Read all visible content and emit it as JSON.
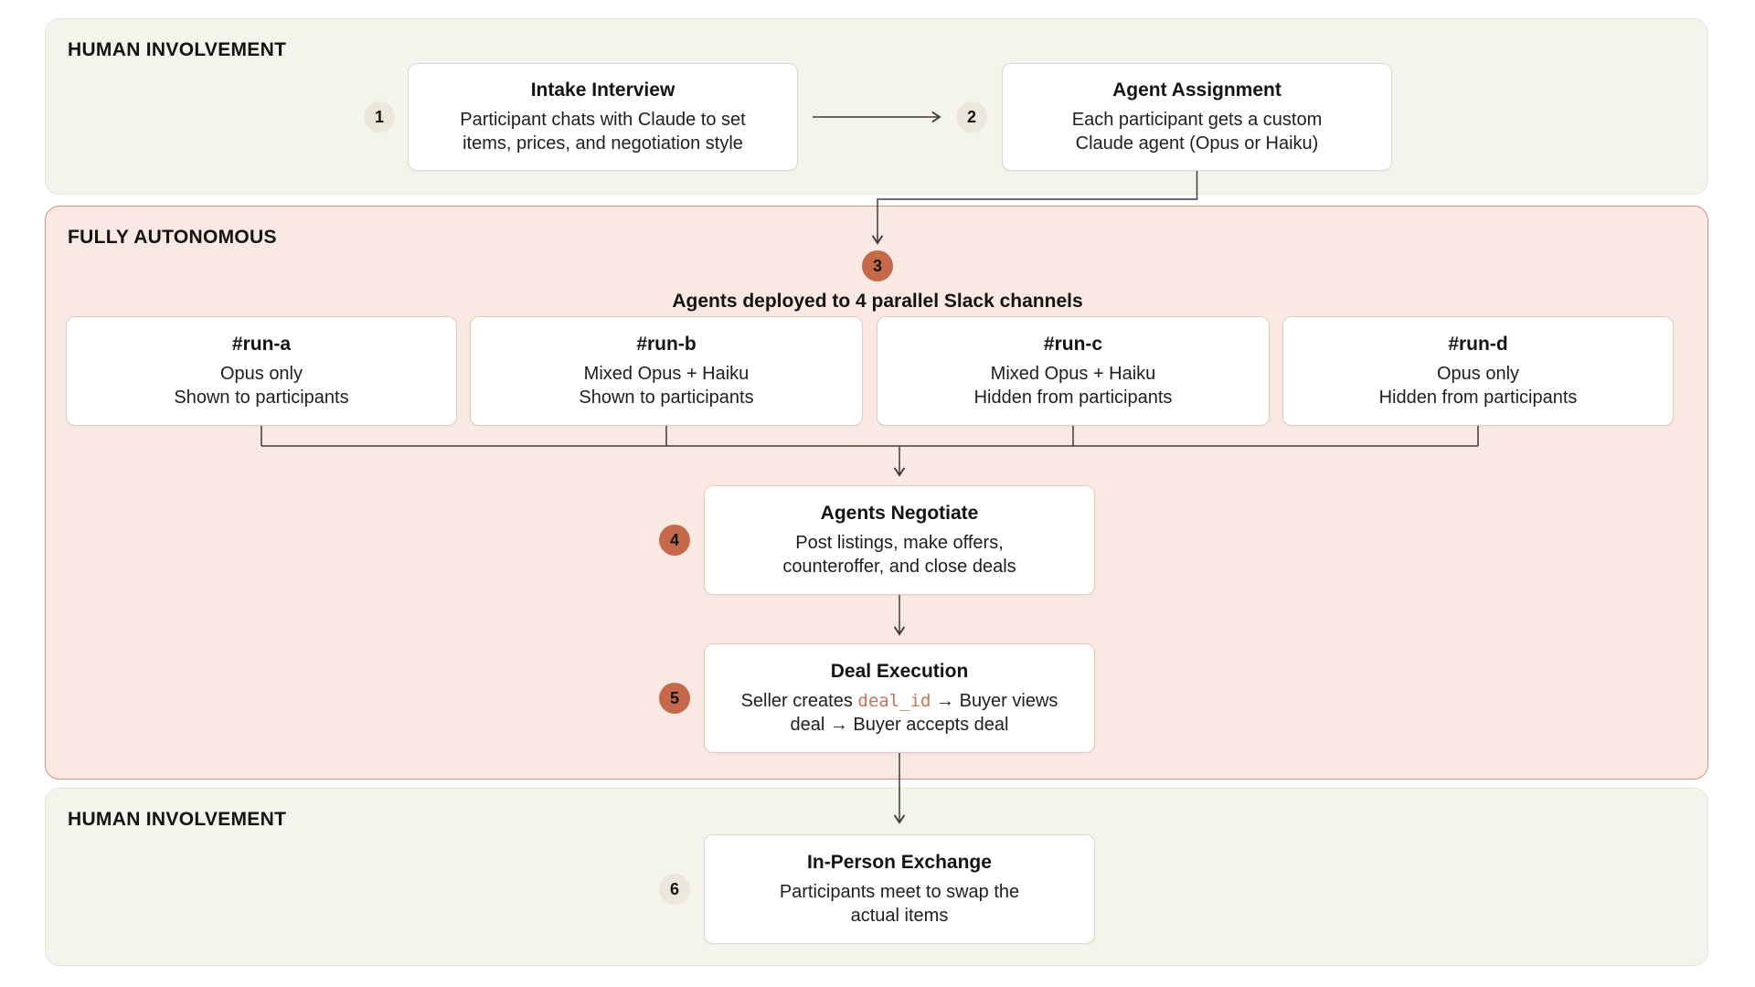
{
  "sections": {
    "top": {
      "label": "HUMAN INVOLVEMENT",
      "step1": {
        "num": "1",
        "title": "Intake Interview",
        "line1": "Participant chats with Claude to set",
        "line2": "items, prices, and negotiation style"
      },
      "step2": {
        "num": "2",
        "title": "Agent Assignment",
        "line1": "Each participant gets a custom",
        "line2": "Claude agent (Opus or Haiku)"
      }
    },
    "middle": {
      "label": "FULLY AUTONOMOUS",
      "step3": {
        "num": "3",
        "headline": "Agents deployed to 4 parallel Slack channels"
      },
      "channels": [
        {
          "name": "#run-a",
          "line1": "Opus only",
          "line2": "Shown to participants"
        },
        {
          "name": "#run-b",
          "line1": "Mixed Opus + Haiku",
          "line2": "Shown to participants"
        },
        {
          "name": "#run-c",
          "line1": "Mixed Opus + Haiku",
          "line2": "Hidden from participants"
        },
        {
          "name": "#run-d",
          "line1": "Opus only",
          "line2": "Hidden from participants"
        }
      ],
      "step4": {
        "num": "4",
        "title": "Agents Negotiate",
        "line1": "Post listings, make offers,",
        "line2": "counteroffer, and close deals"
      },
      "step5": {
        "num": "5",
        "title": "Deal Execution",
        "body_pre": "Seller creates ",
        "body_code": "deal_id",
        "body_post": " → Buyer views",
        "line2": "deal → Buyer accepts deal"
      }
    },
    "bottom": {
      "label": "HUMAN INVOLVEMENT",
      "step6": {
        "num": "6",
        "title": "In-Person Exchange",
        "line1": "Participants meet to swap the",
        "line2": "actual items"
      }
    }
  },
  "colors": {
    "accent_orange": "#C5694A",
    "code_orange": "#C87355",
    "pink_section_bg": "#F9E9E2",
    "pink_section_border": "#D8917B",
    "cream_section_bg": "#F5F4EC",
    "cream_section_border": "#E6E4D9",
    "neutral_badge_bg": "#EAE7DB",
    "connector": "#3F3B35"
  }
}
